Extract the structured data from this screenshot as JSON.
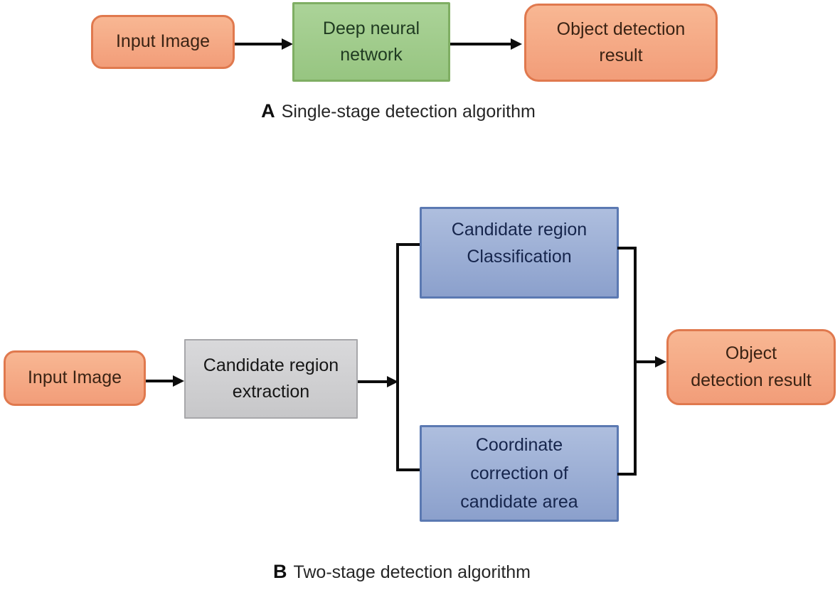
{
  "figure": {
    "background_color": "#ffffff",
    "connector_color": "#0d0d0d"
  },
  "diagram_a": {
    "caption_letter": "A",
    "caption_text": "Single-stage detection algorithm",
    "nodes": {
      "input_image": "Input Image",
      "deep_neural_network": "Deep neural\nnetwork",
      "object_detection_result": "Object detection\nresult"
    }
  },
  "diagram_b": {
    "caption_letter": "B",
    "caption_text": "Two-stage detection algorithm",
    "nodes": {
      "input_image": "Input Image",
      "candidate_region_extraction": "Candidate region\nextraction",
      "candidate_region_classification": "Candidate region\nClassification",
      "coordinate_correction": "Coordinate\ncorrection of\ncandidate area",
      "object_detection_result": "Object\ndetection result"
    }
  },
  "colors": {
    "orange_fill": "#f5a582",
    "orange_border": "#e0794e",
    "orange_text": "#3a2314",
    "green_fill": "#a3cd8e",
    "green_border": "#7fae63",
    "green_text": "#1f3a21",
    "blue_fill": "#97abd5",
    "blue_border": "#5b79b2",
    "blue_text": "#16254c",
    "gray_fill": "#d2d2d4",
    "gray_border": "#a7a7aa",
    "gray_text": "#161616"
  }
}
